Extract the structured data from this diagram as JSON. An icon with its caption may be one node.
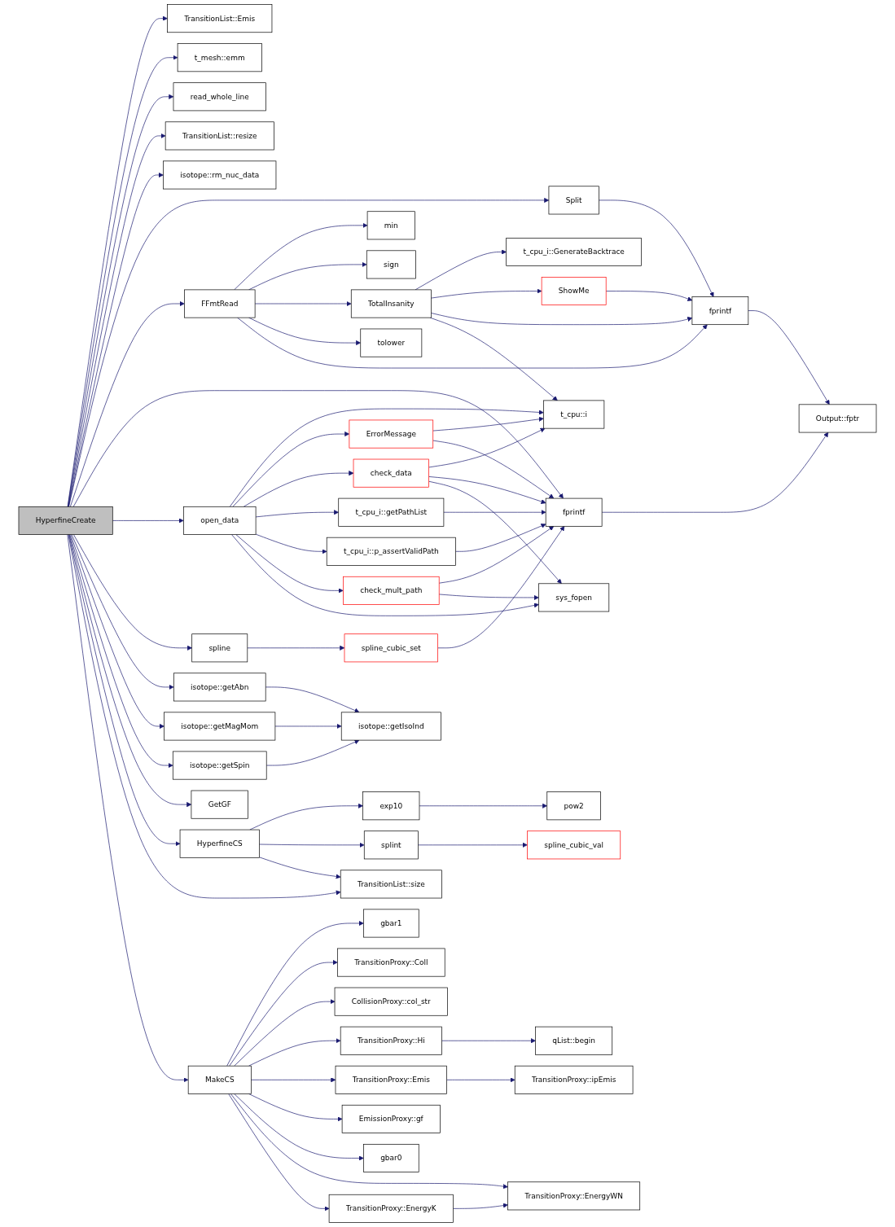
{
  "diagram": {
    "nodes": [
      {
        "text": [
          "HyperfineCreate"
        ]
      },
      {
        "text": [
          "TransitionList::Emis"
        ]
      },
      {
        "text": [
          "t_mesh::emm"
        ]
      },
      {
        "text": [
          "Split"
        ]
      },
      {
        "text": [
          "FFmtRead"
        ]
      },
      {
        "text": [
          "min"
        ]
      },
      {
        "text": [
          "sign"
        ]
      },
      {
        "text": [
          "t_cpu_i::GenerateBacktrace"
        ]
      },
      {
        "text": [
          "TotalInsanity"
        ]
      },
      {
        "text": [
          "ShowMe"
        ]
      },
      {
        "text": [
          "fprintf"
        ]
      },
      {
        "text": [
          "tolower"
        ]
      },
      {
        "text": [
          "Output::fptr"
        ]
      },
      {
        "text": [
          "t_cpu::i"
        ]
      },
      {
        "text": [
          "ErrorMessage"
        ]
      },
      {
        "text": [
          "check_data"
        ]
      },
      {
        "text": [
          "fprintf"
        ]
      },
      {
        "text": [
          "open_data"
        ]
      },
      {
        "text": [
          "t_cpu_i::getPathList"
        ]
      },
      {
        "text": [
          "t_cpu_i::p_assertValidPath"
        ]
      },
      {
        "text": [
          "check_mult_path"
        ]
      },
      {
        "text": [
          "sys_fopen"
        ]
      },
      {
        "text": [
          "spline"
        ]
      },
      {
        "text": [
          "spline_cubic_set"
        ]
      },
      {
        "text": [
          "isotope::getAbn"
        ]
      },
      {
        "text": [
          "isotope::getMagMom"
        ]
      },
      {
        "text": [
          "isotope::getSpin"
        ]
      },
      {
        "text": [
          "isotope::getIsoInd"
        ]
      },
      {
        "text": [
          "GetGF"
        ]
      },
      {
        "text": [
          "exp10"
        ]
      },
      {
        "text": [
          "pow2"
        ]
      },
      {
        "text": [
          "HyperfineCS"
        ]
      },
      {
        "text": [
          "splint"
        ]
      },
      {
        "text": [
          "spline_cubic_val"
        ]
      },
      {
        "text": [
          "TransitionList::size"
        ]
      },
      {
        "text": [
          "gbar1"
        ]
      },
      {
        "text": [
          "TransitionProxy::Coll"
        ]
      },
      {
        "text": [
          "MakeCS"
        ]
      },
      {
        "text": [
          "CollisionProxy::col_str"
        ]
      },
      {
        "text": [
          "TransitionProxy::Hi"
        ]
      },
      {
        "text": [
          "qList::begin"
        ]
      },
      {
        "text": [
          "read_whole_line"
        ]
      },
      {
        "text": [
          "TransitionList::resize"
        ]
      },
      {
        "text": [
          "TransitionProxy::Emis"
        ]
      },
      {
        "text": [
          "TransitionProxy::ipEmis"
        ]
      },
      {
        "text": [
          "EmissionProxy::gf"
        ]
      },
      {
        "text": [
          "isotope::rm_nuc_data"
        ]
      },
      {
        "text": [
          "gbar0"
        ]
      },
      {
        "text": [
          "TransitionProxy::EnergyWN"
        ]
      },
      {
        "text": [
          "TransitionProxy::EnergyK"
        ]
      }
    ],
    "edges": [
      {
        "from": 0,
        "to": 1,
        "arrow": "to"
      },
      {
        "from": 0,
        "to": 2,
        "arrow": "to"
      },
      {
        "from": 0,
        "to": 41,
        "arrow": "to"
      },
      {
        "from": 0,
        "to": 42,
        "arrow": "to"
      },
      {
        "from": 0,
        "to": 46,
        "arrow": "to"
      },
      {
        "from": 0,
        "to": 3,
        "arrow": "to"
      },
      {
        "from": 0,
        "to": 4,
        "arrow": "to"
      },
      {
        "from": 0,
        "to": 16,
        "arrow": "to"
      },
      {
        "from": 0,
        "to": 17,
        "arrow": "to"
      },
      {
        "from": 0,
        "to": 22,
        "arrow": "to"
      },
      {
        "from": 0,
        "to": 24,
        "arrow": "to"
      },
      {
        "from": 0,
        "to": 25,
        "arrow": "to"
      },
      {
        "from": 0,
        "to": 26,
        "arrow": "to"
      },
      {
        "from": 0,
        "to": 28,
        "arrow": "to"
      },
      {
        "from": 0,
        "to": 31,
        "arrow": "to"
      },
      {
        "from": 0,
        "to": 34,
        "arrow": "to"
      },
      {
        "from": 0,
        "to": 37,
        "arrow": "to"
      },
      {
        "from": 3,
        "to": 10,
        "arrow": "to"
      },
      {
        "from": 4,
        "to": 5,
        "arrow": "to"
      },
      {
        "from": 4,
        "to": 6,
        "arrow": "to"
      },
      {
        "from": 4,
        "to": 8,
        "arrow": "to"
      },
      {
        "from": 4,
        "to": 11,
        "arrow": "to"
      },
      {
        "from": 4,
        "to": 10,
        "arrow": "to"
      },
      {
        "from": 8,
        "to": 7,
        "arrow": "to"
      },
      {
        "from": 8,
        "to": 9,
        "arrow": "to"
      },
      {
        "from": 8,
        "to": 10,
        "arrow": "to"
      },
      {
        "from": 8,
        "to": 13,
        "arrow": "to"
      },
      {
        "from": 9,
        "to": 10,
        "arrow": "to"
      },
      {
        "from": 10,
        "to": 12,
        "arrow": "to"
      },
      {
        "from": 16,
        "to": 12,
        "arrow": "to"
      },
      {
        "from": 14,
        "to": 13,
        "arrow": "to"
      },
      {
        "from": 14,
        "to": 16,
        "arrow": "to"
      },
      {
        "from": 15,
        "to": 13,
        "arrow": "to"
      },
      {
        "from": 15,
        "to": 16,
        "arrow": "to"
      },
      {
        "from": 15,
        "to": 21,
        "arrow": "to"
      },
      {
        "from": 17,
        "to": 13,
        "arrow": "to"
      },
      {
        "from": 17,
        "to": 14,
        "arrow": "to"
      },
      {
        "from": 17,
        "to": 15,
        "arrow": "to"
      },
      {
        "from": 17,
        "to": 18,
        "arrow": "to"
      },
      {
        "from": 17,
        "to": 19,
        "arrow": "to"
      },
      {
        "from": 17,
        "to": 20,
        "arrow": "to"
      },
      {
        "from": 17,
        "to": 21,
        "arrow": "to"
      },
      {
        "from": 18,
        "to": 16,
        "arrow": "to"
      },
      {
        "from": 19,
        "to": 16,
        "arrow": "to"
      },
      {
        "from": 20,
        "to": 16,
        "arrow": "to"
      },
      {
        "from": 20,
        "to": 21,
        "arrow": "to"
      },
      {
        "from": 22,
        "to": 23,
        "arrow": "to"
      },
      {
        "from": 23,
        "to": 16,
        "arrow": "to"
      },
      {
        "from": 24,
        "to": 27,
        "arrow": "to"
      },
      {
        "from": 25,
        "to": 27,
        "arrow": "to"
      },
      {
        "from": 26,
        "to": 27,
        "arrow": "to"
      },
      {
        "from": 31,
        "to": 29,
        "arrow": "to"
      },
      {
        "from": 31,
        "to": 32,
        "arrow": "to"
      },
      {
        "from": 31,
        "to": 34,
        "arrow": "to"
      },
      {
        "from": 29,
        "to": 30,
        "arrow": "to"
      },
      {
        "from": 32,
        "to": 33,
        "arrow": "to"
      },
      {
        "from": 37,
        "to": 35,
        "arrow": "to"
      },
      {
        "from": 37,
        "to": 36,
        "arrow": "to"
      },
      {
        "from": 37,
        "to": 38,
        "arrow": "to"
      },
      {
        "from": 37,
        "to": 39,
        "arrow": "to"
      },
      {
        "from": 37,
        "to": 43,
        "arrow": "to"
      },
      {
        "from": 37,
        "to": 45,
        "arrow": "to"
      },
      {
        "from": 37,
        "to": 47,
        "arrow": "to"
      },
      {
        "from": 37,
        "to": 48,
        "arrow": "to"
      },
      {
        "from": 37,
        "to": 49,
        "arrow": "to"
      },
      {
        "from": 39,
        "to": 40,
        "arrow": "to"
      },
      {
        "from": 43,
        "to": 44,
        "arrow": "to"
      },
      {
        "from": 49,
        "to": 48,
        "arrow": "to"
      }
    ]
  }
}
